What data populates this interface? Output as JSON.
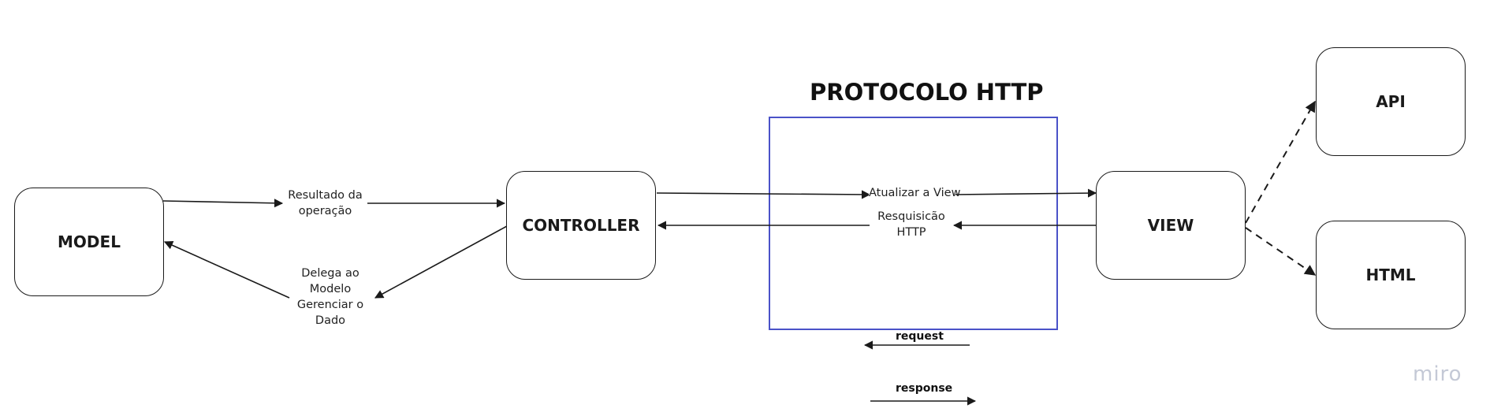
{
  "title": "PROTOCOLO HTTP",
  "nodes": {
    "model": "MODEL",
    "controller": "CONTROLLER",
    "view": "VIEW",
    "api": "API",
    "html": "HTML"
  },
  "edges": {
    "model_to_controller": "Resultado da operação",
    "controller_to_model": "Delega ao Modelo Gerenciar o Dado",
    "controller_to_view": "Atualizar a View",
    "view_to_controller": "Resquisicão HTTP"
  },
  "legend": {
    "request": "request",
    "response": "response"
  },
  "colors": {
    "frame": "#4a52c8",
    "stroke": "#1a1a1a"
  },
  "logo": "miro"
}
